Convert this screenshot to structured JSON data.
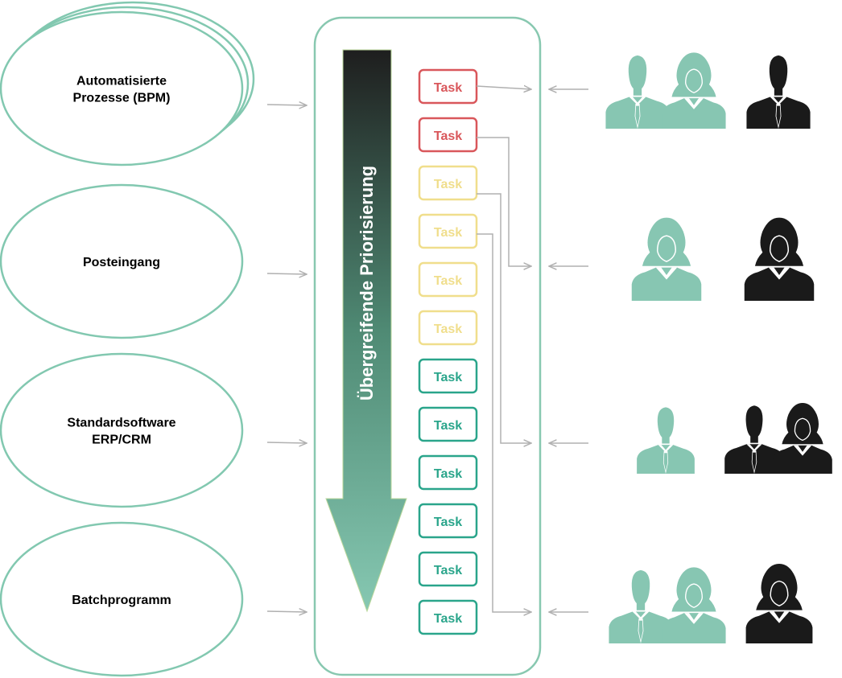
{
  "sources": [
    {
      "label_lines": [
        "Automatisierte",
        "Prozesse (BPM)"
      ],
      "stacked": true
    },
    {
      "label_lines": [
        "Posteingang"
      ],
      "stacked": false
    },
    {
      "label_lines": [
        "Standardsoftware",
        "ERP/CRM"
      ],
      "stacked": false
    },
    {
      "label_lines": [
        "Batchprogramm"
      ],
      "stacked": false
    }
  ],
  "priority_label": "Übergreifende Priorisierung",
  "tasks": [
    {
      "label": "Task",
      "priority": "high"
    },
    {
      "label": "Task",
      "priority": "high"
    },
    {
      "label": "Task",
      "priority": "medium"
    },
    {
      "label": "Task",
      "priority": "medium"
    },
    {
      "label": "Task",
      "priority": "medium"
    },
    {
      "label": "Task",
      "priority": "medium"
    },
    {
      "label": "Task",
      "priority": "low"
    },
    {
      "label": "Task",
      "priority": "low"
    },
    {
      "label": "Task",
      "priority": "low"
    },
    {
      "label": "Task",
      "priority": "low"
    },
    {
      "label": "Task",
      "priority": "low"
    },
    {
      "label": "Task",
      "priority": "low"
    }
  ],
  "user_groups": [
    {
      "people": [
        {
          "gender": "male",
          "color": "green"
        },
        {
          "gender": "female",
          "color": "green"
        },
        {
          "gender": "male",
          "color": "black"
        }
      ]
    },
    {
      "people": [
        {
          "gender": "female",
          "color": "green"
        },
        {
          "gender": "female",
          "color": "black"
        }
      ]
    },
    {
      "people": [
        {
          "gender": "male",
          "color": "green"
        },
        {
          "gender": "male",
          "color": "black"
        },
        {
          "gender": "female",
          "color": "black"
        }
      ]
    },
    {
      "people": [
        {
          "gender": "male",
          "color": "green"
        },
        {
          "gender": "female",
          "color": "green"
        },
        {
          "gender": "female",
          "color": "black"
        }
      ]
    }
  ],
  "colors": {
    "accent_green": "#82c8b0",
    "container_stroke": "#88c8b0",
    "task_high": "#d9575b",
    "task_medium": "#f0de8c",
    "task_low": "#2aa58b",
    "connector": "#b0b0b0",
    "silhouette_green": "#87c6b2",
    "silhouette_black": "#1a1a1a"
  }
}
